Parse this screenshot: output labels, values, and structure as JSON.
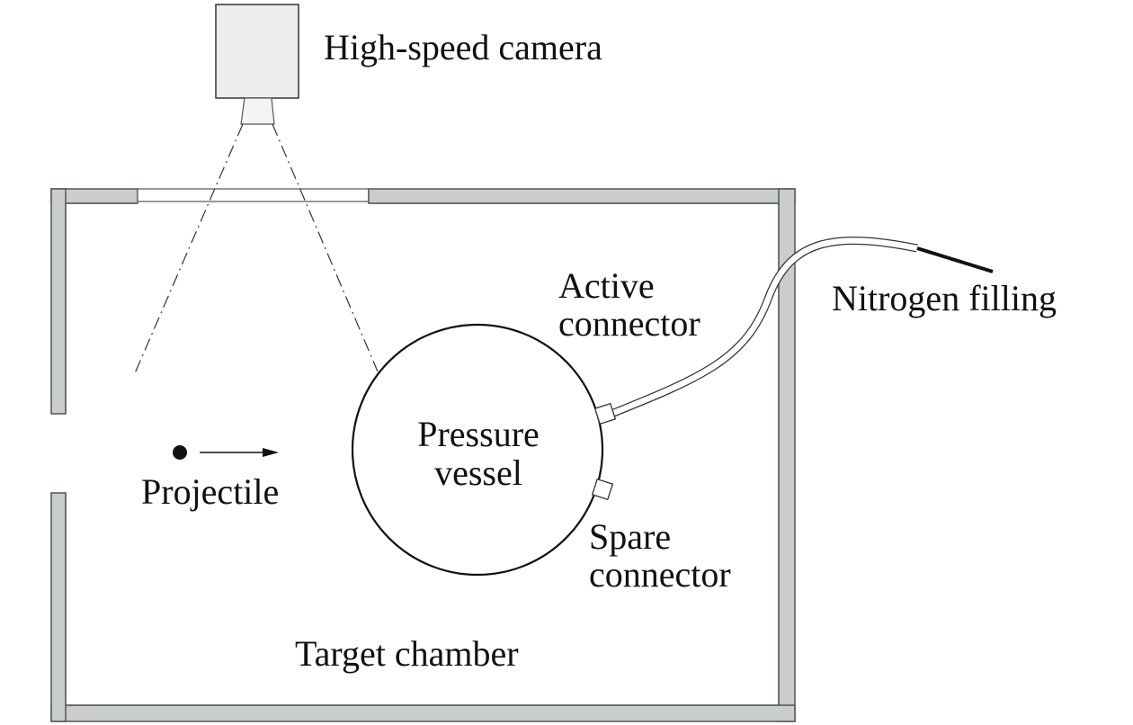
{
  "labels": {
    "camera": "High-speed camera",
    "active_connector_line1": "Active",
    "active_connector_line2": "connector",
    "nitrogen": "Nitrogen filling",
    "vessel_line1": "Pressure",
    "vessel_line2": "vessel",
    "projectile": "Projectile",
    "spare_connector_line1": "Spare",
    "spare_connector_line2": "connector",
    "chamber": "Target chamber"
  },
  "colors": {
    "wall_fill": "#c9cecb",
    "wall_stroke": "#555555",
    "line": "#111111",
    "camera_fill": "#eeeeee",
    "background": "#ffffff"
  }
}
